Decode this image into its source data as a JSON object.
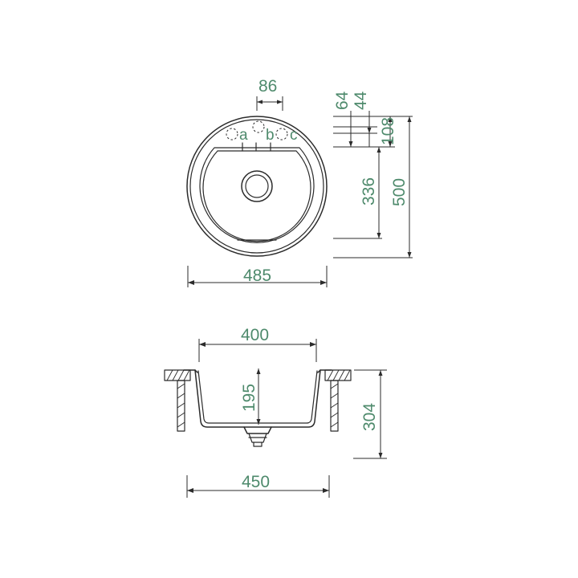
{
  "top_view": {
    "overall_width": "485",
    "tap_spacing": "86",
    "dim_64": "64",
    "dim_44": "44",
    "dim_108": "108",
    "bowl_depth": "336",
    "overall_depth": "500",
    "tap_labels": [
      "a",
      "b",
      "c"
    ]
  },
  "section_view": {
    "bowl_width": "400",
    "bowl_depth": "195",
    "total_height": "304",
    "cutout_width": "450"
  },
  "colors": {
    "line": "#2b2b2b",
    "dimension_text": "#4e8a6c",
    "background": "#ffffff"
  }
}
